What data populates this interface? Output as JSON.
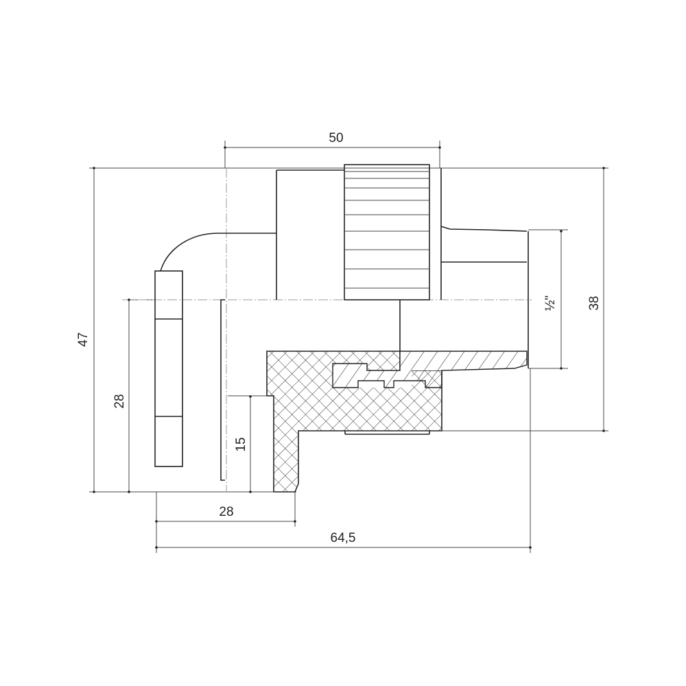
{
  "drawing": {
    "line_color": "#222222",
    "background": "#ffffff",
    "dimensions": {
      "overall_height": "47",
      "left_face_height": "28",
      "top_width": "50",
      "right_height": "38",
      "thread_size": "½\"",
      "socket_depth": "15",
      "bottom_width_short": "28",
      "bottom_width_total": "64,5"
    }
  }
}
